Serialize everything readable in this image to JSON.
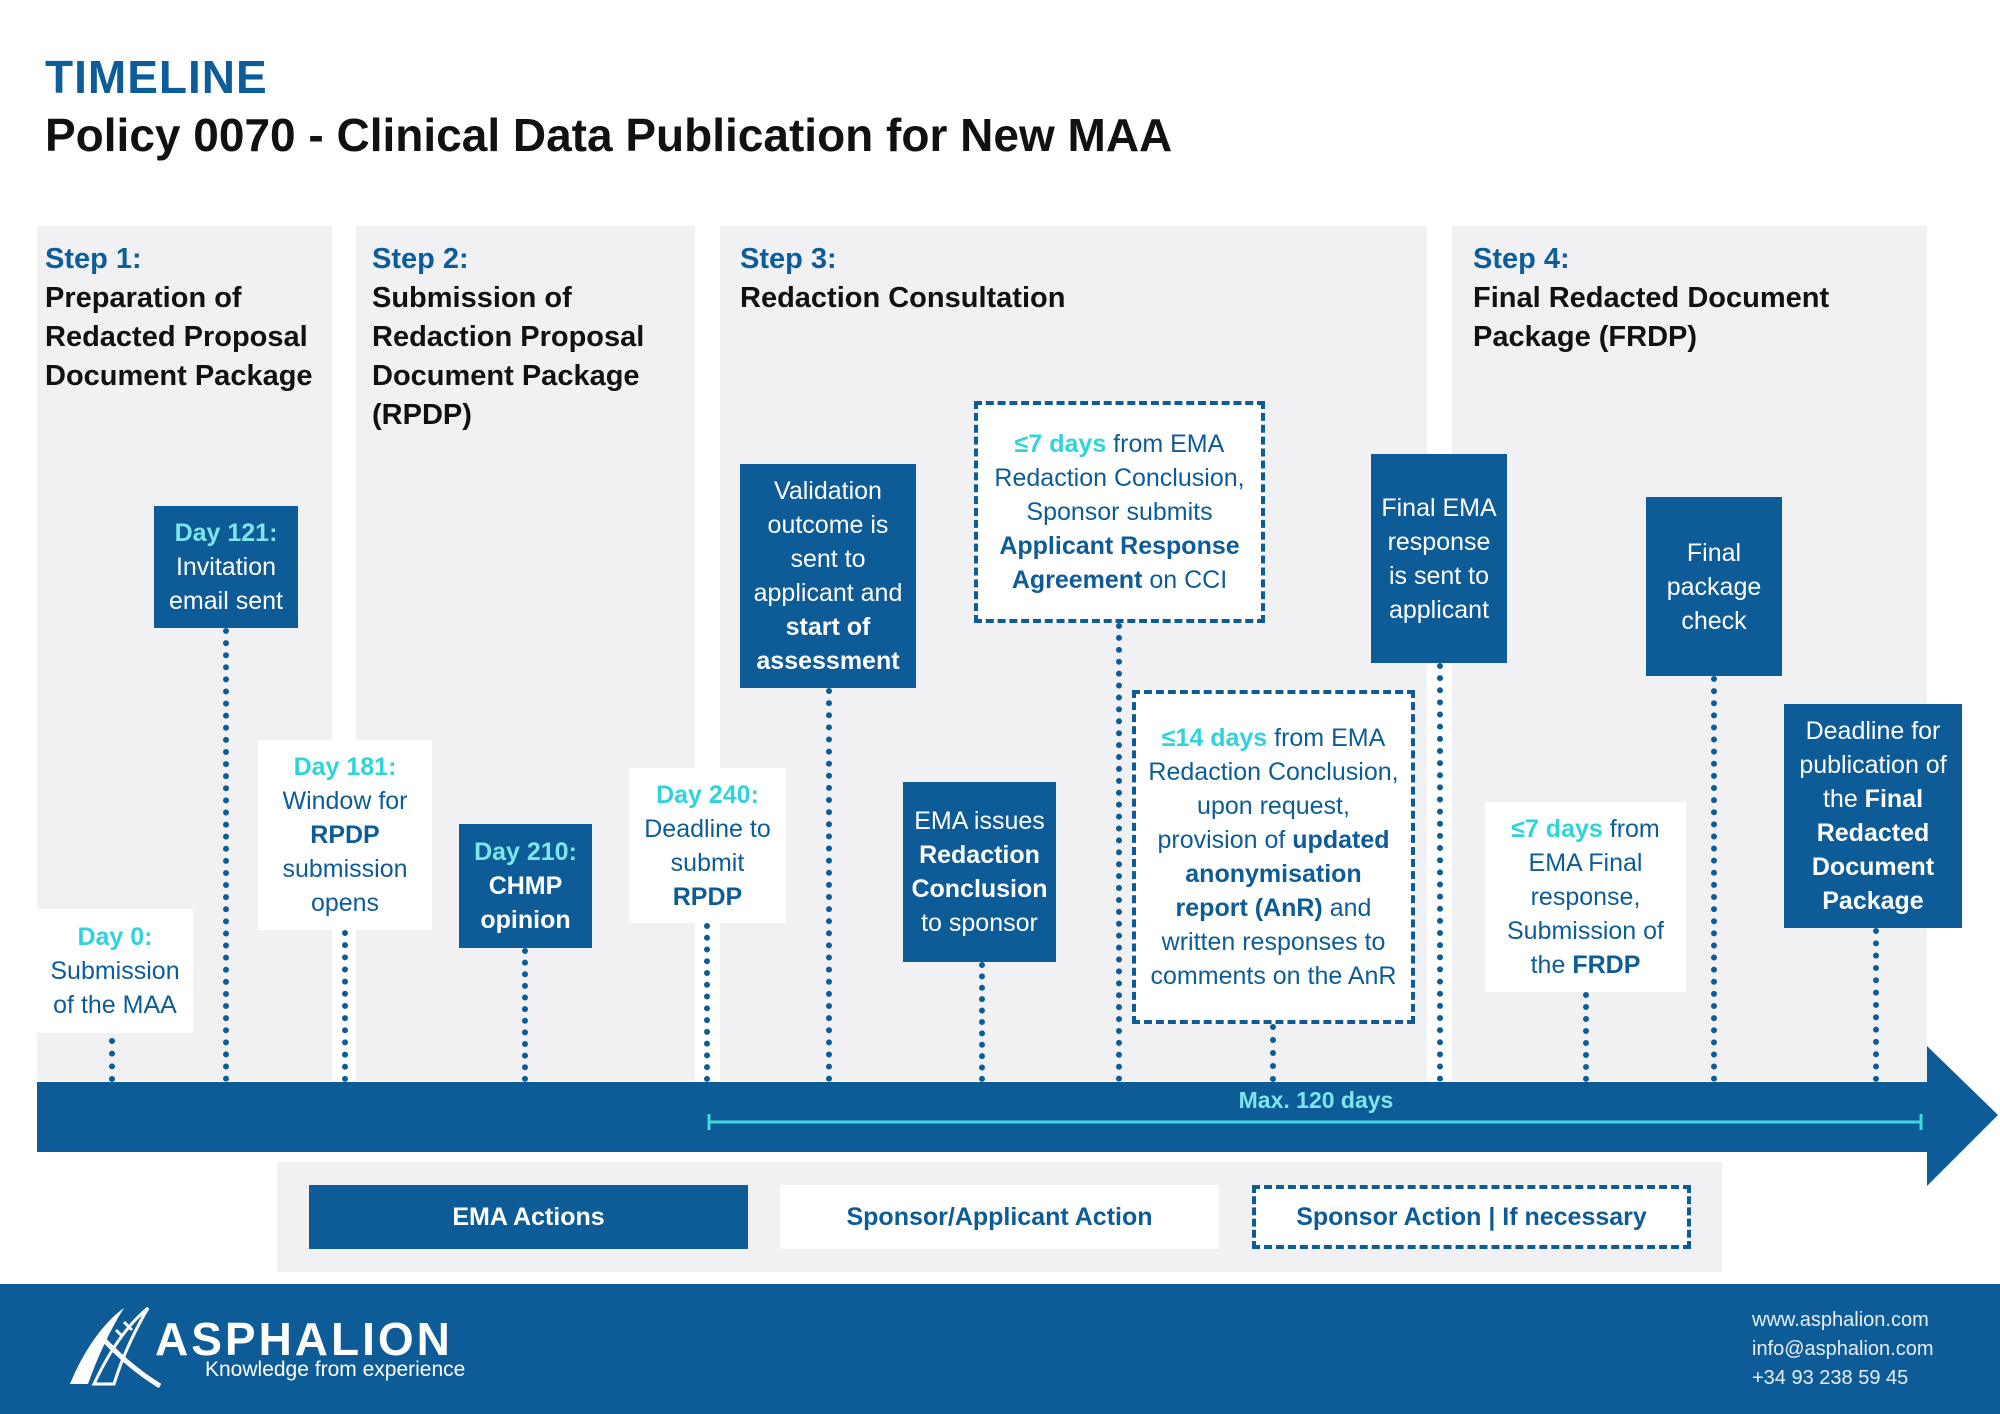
{
  "header": {
    "title": "TIMELINE",
    "subtitle": "Policy 0070 - Clinical Data Publication for New MAA"
  },
  "steps": [
    {
      "label": "Step 1:",
      "name": [
        "Preparation of",
        "Redacted Proposal",
        "Document Package"
      ]
    },
    {
      "label": "Step 2:",
      "name": [
        "Submission of",
        "Redaction Proposal",
        "Document Package",
        "(RPDP)"
      ]
    },
    {
      "label": "Step 3:",
      "name": [
        "Redaction Consultation"
      ]
    },
    {
      "label": "Step 4:",
      "name": [
        "Final Redacted Document",
        "Package (FRDP)"
      ]
    }
  ],
  "events": {
    "day0": {
      "day": "Day 0:",
      "l1": "Submission",
      "l2": "of the MAA"
    },
    "day121": {
      "day": "Day 121:",
      "l1": "Invitation",
      "l2": "email sent"
    },
    "day181": {
      "day": "Day 181:",
      "l1": "Window for",
      "l2": "RPDP",
      "l3": "submission",
      "l4": "opens"
    },
    "day210": {
      "day": "Day 210:",
      "l1": "CHMP",
      "l2": "opinion"
    },
    "day240": {
      "day": "Day 240:",
      "l1": "Deadline to",
      "l2": "submit",
      "l3": "RPDP"
    },
    "validation": {
      "l1": "Validation",
      "l2": "outcome is",
      "l3": "sent to",
      "l4": "applicant and",
      "l5": "start of",
      "l6": "assessment"
    },
    "ema_issues": {
      "l1": "EMA issues",
      "l2": "Redaction",
      "l3": "Conclusion",
      "l4": "to sponsor"
    },
    "seven_days_ara": {
      "days": "≤7 days",
      "l1a": " from EMA",
      "l2": "Redaction Conclusion,",
      "l3": "Sponsor submits",
      "l4": "Applicant Response",
      "l5b": "Agreement",
      "l5c": " on CCI"
    },
    "fourteen_days": {
      "days": "≤14 days",
      "l1a": " from EMA",
      "l2": "Redaction Conclusion,",
      "l3": "upon request,",
      "l4a": "provision of ",
      "l4b": "updated",
      "l5": "anonymisation",
      "l6a": "report (AnR)",
      "l6b": " and",
      "l7": "written responses to",
      "l8": "comments on the AnR"
    },
    "final_ema": {
      "l1": "Final EMA",
      "l2": "response",
      "l3": "is sent to",
      "l4": "applicant"
    },
    "seven_days_frdp": {
      "days": "≤7 days",
      "l1a": " from",
      "l2": "EMA Final",
      "l3": "response,",
      "l4": "Submission  of",
      "l5a": "the ",
      "l5b": "FRDP"
    },
    "final_check": {
      "l1": "Final",
      "l2": "package",
      "l3": "check"
    },
    "deadline_pub": {
      "l1": "Deadline for",
      "l2": "publication of",
      "l3a": "the ",
      "l3b": "Final",
      "l4": "Redacted",
      "l5": "Document",
      "l6": "Package"
    }
  },
  "timeline": {
    "max_label": "Max. 120 days"
  },
  "legend": {
    "ema": "EMA Actions",
    "sponsor": "Sponsor/Applicant Action",
    "dashed": "Sponsor Action | If necessary"
  },
  "footer": {
    "brand": "ASPHALION",
    "tagline": "Knowledge from experience",
    "website": "www.asphalion.com",
    "email": "info@asphalion.com",
    "phone": "+34 93 238 59 45"
  },
  "colors": {
    "ema_blue": "#0d5c98",
    "accent_cyan": "#2fd4da",
    "panel_gray": "#f1f1f3"
  }
}
